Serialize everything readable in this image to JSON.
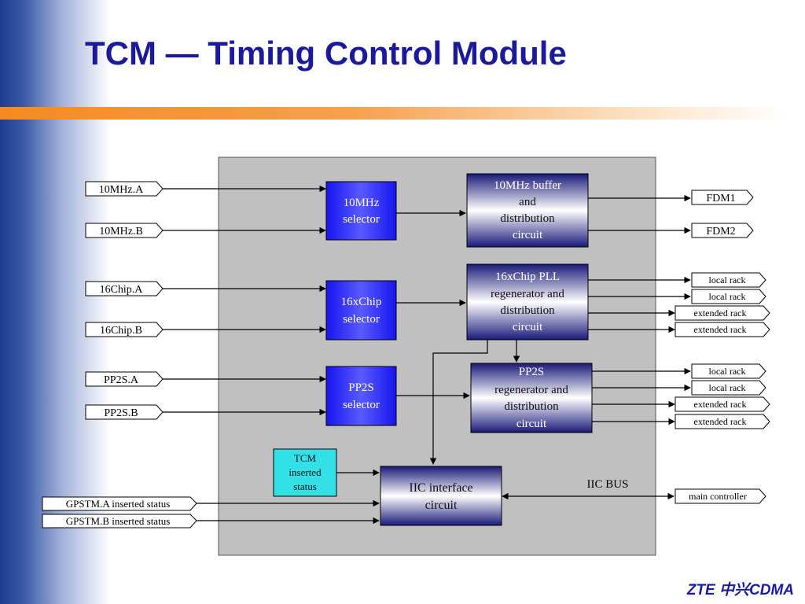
{
  "page": {
    "title": "TCM — Timing Control Module",
    "brand": "ZTE 中兴CDMA"
  },
  "colors": {
    "block_blue": "#2a2aff",
    "block_dark": "#1a1a7a",
    "status_cyan": "#33e0e6",
    "board_gray": "#c0c0c0",
    "title_blue": "#1a1a9a",
    "accent_orange": "#f58a1f"
  },
  "inputs": {
    "mhz_a": "10MHz.A",
    "mhz_b": "10MHz.B",
    "chip_a": "16Chip.A",
    "chip_b": "16Chip.B",
    "pp2s_a": "PP2S.A",
    "pp2s_b": "PP2S.B",
    "gpstm_a": "GPSTM.A inserted status",
    "gpstm_b": "GPSTM.B inserted status"
  },
  "blocks": {
    "mhz_selector": [
      "10MHz",
      "selector"
    ],
    "mhz_buffer": [
      "10MHz buffer",
      "and",
      "distribution",
      "circuit"
    ],
    "chip_selector": [
      "16xChip",
      "selector"
    ],
    "chip_pll": [
      "16xChip PLL",
      "regenerator and",
      "distribution",
      "circuit"
    ],
    "pp2s_selector": [
      "PP2S",
      "selector"
    ],
    "pp2s_regen": [
      "PP2S",
      "regenerator and",
      "distribution",
      "circuit"
    ],
    "tcm_status": [
      "TCM",
      "inserted",
      "status"
    ],
    "iic": [
      "IIC interface",
      "circuit"
    ]
  },
  "labels": {
    "iic_bus": "IIC BUS"
  },
  "outputs": {
    "fdm1": "FDM1",
    "fdm2": "FDM2",
    "chip_local_1": "local rack",
    "chip_local_2": "local rack",
    "chip_ext_1": "extended rack",
    "chip_ext_2": "extended rack",
    "pp2s_local_1": "local rack",
    "pp2s_local_2": "local rack",
    "pp2s_ext_1": "extended rack",
    "pp2s_ext_2": "extended rack",
    "main_controller": "main controller"
  }
}
